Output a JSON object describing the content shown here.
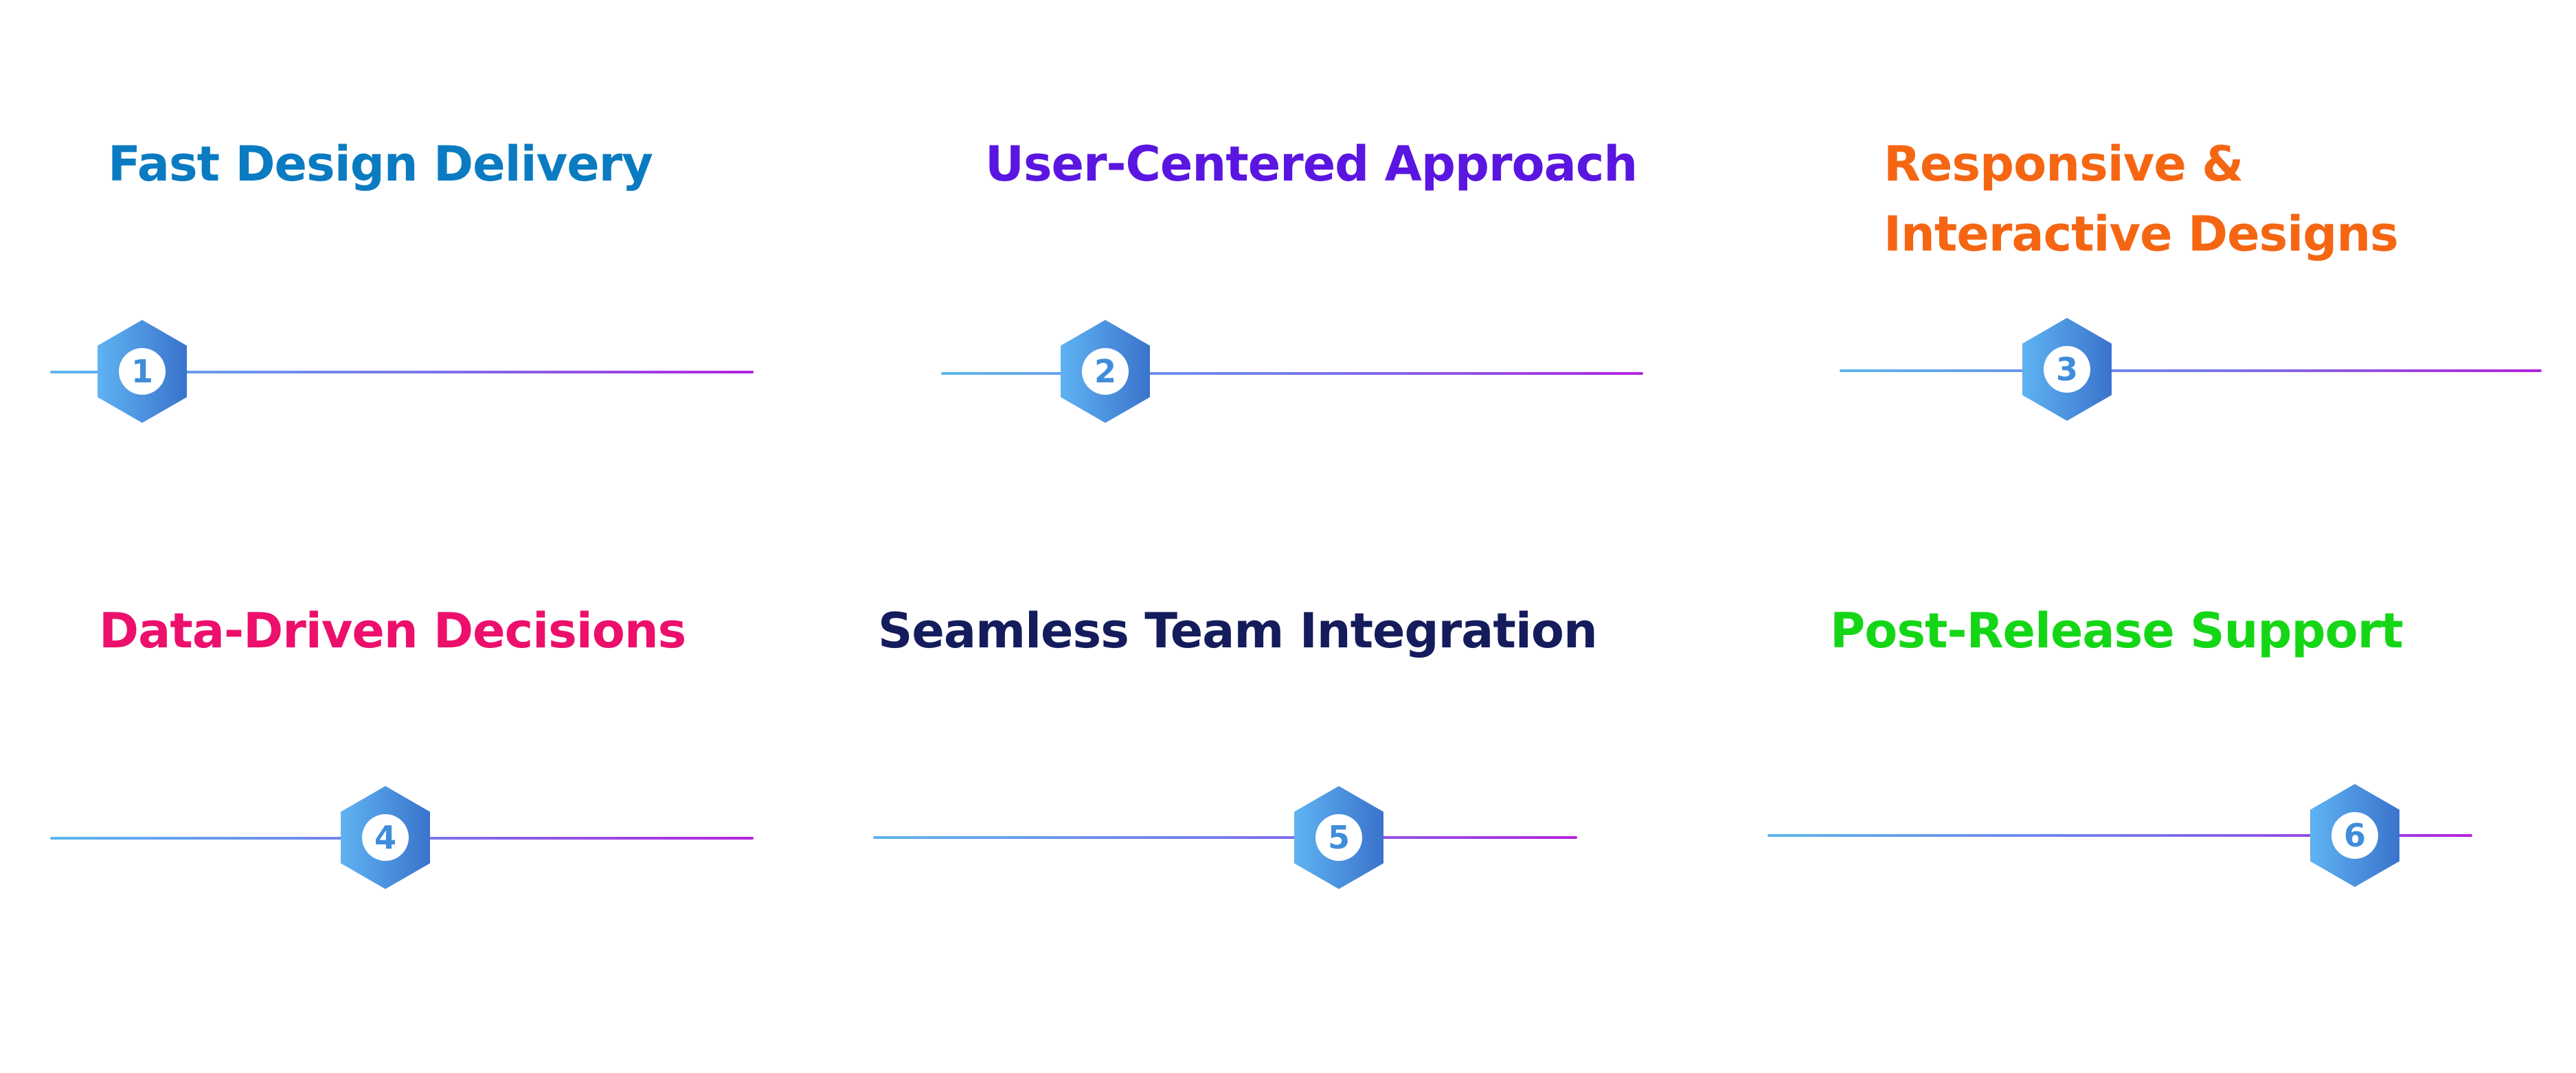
{
  "features": [
    {
      "title": "Fast Design Delivery",
      "number": "1",
      "color": "#0a7bc1",
      "step": 1,
      "steps_total": 6
    },
    {
      "title": "User-Centered Approach",
      "number": "2",
      "color": "#5a16e0",
      "step": 2,
      "steps_total": 6
    },
    {
      "title": "Responsive & Interactive Designs",
      "number": "3",
      "color": "#f56613",
      "step": 3,
      "steps_total": 6
    },
    {
      "title": "Data-Driven Decisions",
      "number": "4",
      "color": "#ec0f6b",
      "step": 4,
      "steps_total": 6
    },
    {
      "title": "Seamless Team Integration",
      "number": "5",
      "color": "#141c5c",
      "step": 5,
      "steps_total": 6
    },
    {
      "title": "Post-Release Support",
      "number": "6",
      "color": "#15d616",
      "step": 6,
      "steps_total": 6
    }
  ],
  "icons": {
    "badge": "hexagon-number-icon"
  },
  "colors": {
    "line_start": "#5bb6ee",
    "line_end": "#b322de",
    "hex_light": "#5fb3f2",
    "hex_dark": "#3a73cc",
    "number": "#3f8ddb"
  }
}
